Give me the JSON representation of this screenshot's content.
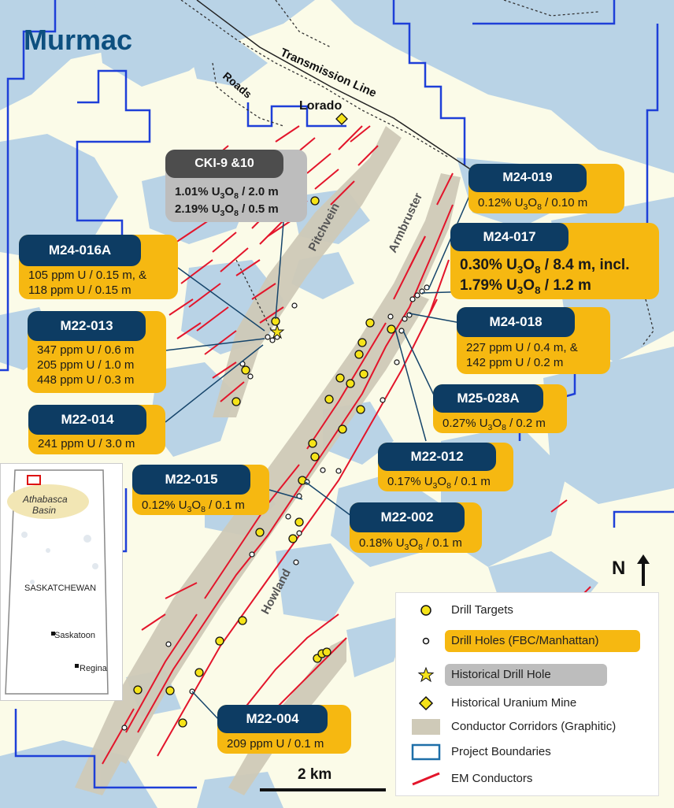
{
  "title": "Murmac",
  "map_labels": {
    "transmission_line": "Transmission Line",
    "roads": "Roads",
    "lorado": "Lorado",
    "pitchvein": "Pitchvein",
    "armbruster": "Armbruster",
    "howland": "Howland"
  },
  "callouts": [
    {
      "id": "cki",
      "header": "CKI-9 &10",
      "lines": [
        "1.01% U3O8 / 2.0 m",
        "2.19% U3O8 / 0.5 m"
      ]
    },
    {
      "id": "m24-019",
      "header": "M24-019",
      "lines": [
        "0.12% U3O8 / 0.10 m"
      ]
    },
    {
      "id": "m24-017",
      "header": "M24-017",
      "lines": [
        "0.30% U3O8 / 8.4 m, incl.",
        "1.79% U3O8 / 1.2 m"
      ]
    },
    {
      "id": "m24-016a",
      "header": "M24-016A",
      "lines": [
        "105 ppm U / 0.15 m, &",
        "118 ppm U / 0.15 m"
      ]
    },
    {
      "id": "m22-013",
      "header": "M22-013",
      "lines": [
        "347 ppm U / 0.6 m",
        "205 ppm U / 1.0 m",
        "448 ppm U / 0.3 m"
      ]
    },
    {
      "id": "m24-018",
      "header": "M24-018",
      "lines": [
        "227 ppm U / 0.4 m, &",
        "142 ppm U / 0.2 m"
      ]
    },
    {
      "id": "m25-028a",
      "header": "M25-028A",
      "lines": [
        "0.27% U3O8 / 0.2 m"
      ]
    },
    {
      "id": "m22-014",
      "header": "M22-014",
      "lines": [
        "241 ppm U / 3.0 m"
      ]
    },
    {
      "id": "m22-012",
      "header": "M22-012",
      "lines": [
        "0.17% U3O8 / 0.1 m"
      ]
    },
    {
      "id": "m22-015",
      "header": "M22-015",
      "lines": [
        "0.12% U3O8 / 0.1 m"
      ]
    },
    {
      "id": "m22-002",
      "header": "M22-002",
      "lines": [
        "0.18% U3O8 / 0.1 m"
      ]
    },
    {
      "id": "m22-004",
      "header": "M22-004",
      "lines": [
        "209 ppm U  / 0.1 m"
      ]
    }
  ],
  "inset": {
    "basin_label_1": "Athabasca",
    "basin_label_2": "Basin",
    "province": "SASKATCHEWAN",
    "city_1": "Saskatoon",
    "city_2": "Regina"
  },
  "north_label": "N",
  "legend": [
    {
      "symbol": "drill-target",
      "label": "Drill Targets"
    },
    {
      "symbol": "drill-hole",
      "label": "Drill Holes (FBC/Manhattan)"
    },
    {
      "symbol": "historical-drill-hole",
      "label": "Historical Drill Hole"
    },
    {
      "symbol": "historical-mine",
      "label": "Historical Uranium Mine"
    },
    {
      "symbol": "conductor-corridor",
      "label": "Conductor Corridors (Graphitic)"
    },
    {
      "symbol": "project-boundary",
      "label": "Project Boundaries"
    },
    {
      "symbol": "em-conductor",
      "label": "EM Conductors"
    }
  ],
  "scale_bar": "2 km",
  "colors": {
    "land": "#fbfbe8",
    "water": "#b9d3e6",
    "corridor": "#cfcab8",
    "conductor": "#e3152b",
    "boundary": "#1e3fd8",
    "callout": "#f6b811",
    "callout_header": "#0d3c63",
    "title": "#0d4f7f"
  }
}
